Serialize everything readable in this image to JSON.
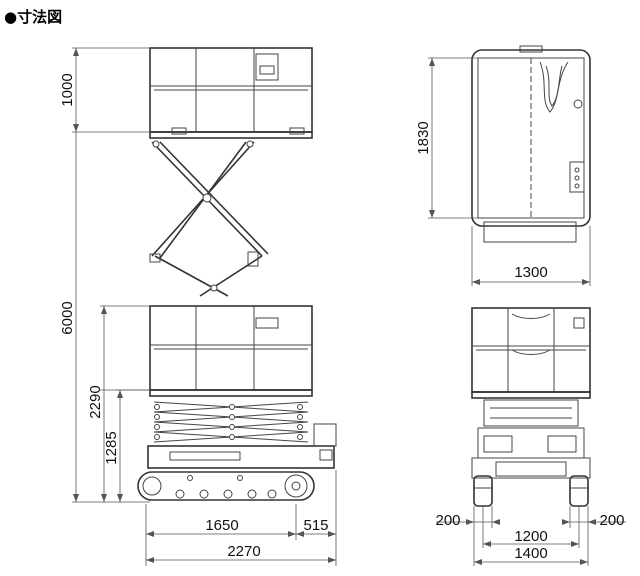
{
  "title": "●寸法図",
  "dimensions": {
    "side_guard_height": "1000",
    "side_total_height": "6000",
    "side_stowed_height": "2290",
    "side_platform_height": "1285",
    "side_track_length": "1650",
    "side_rear_overhang": "515",
    "side_total_length": "2270",
    "top_platform_length": "1830",
    "top_platform_width": "1300",
    "rear_track_width": "200",
    "rear_track_width_right": "200",
    "rear_tread": "1200",
    "rear_total_width": "1400"
  },
  "colors": {
    "line": "#444444",
    "text": "#111111",
    "background": "#ffffff"
  }
}
